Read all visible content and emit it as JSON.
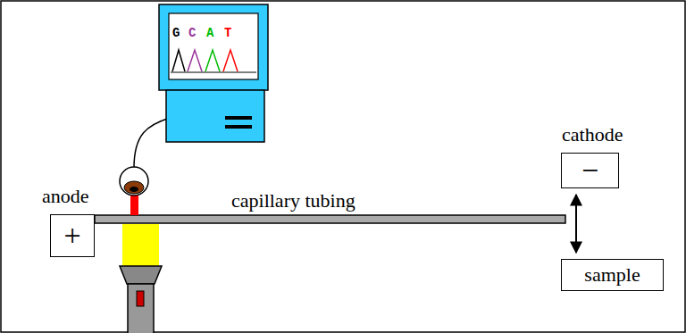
{
  "diagram": {
    "nodes": [
      {
        "text": [
          "anode",
          "+"
        ]
      },
      {
        "text": [
          "cathode",
          "−"
        ]
      },
      {
        "text": [
          "sample"
        ]
      }
    ],
    "edges": [
      {
        "from": 1,
        "to": 2,
        "arrow": "both"
      }
    ],
    "labels": [
      "capillary tubing",
      "G",
      "C",
      "A",
      "T"
    ]
  }
}
